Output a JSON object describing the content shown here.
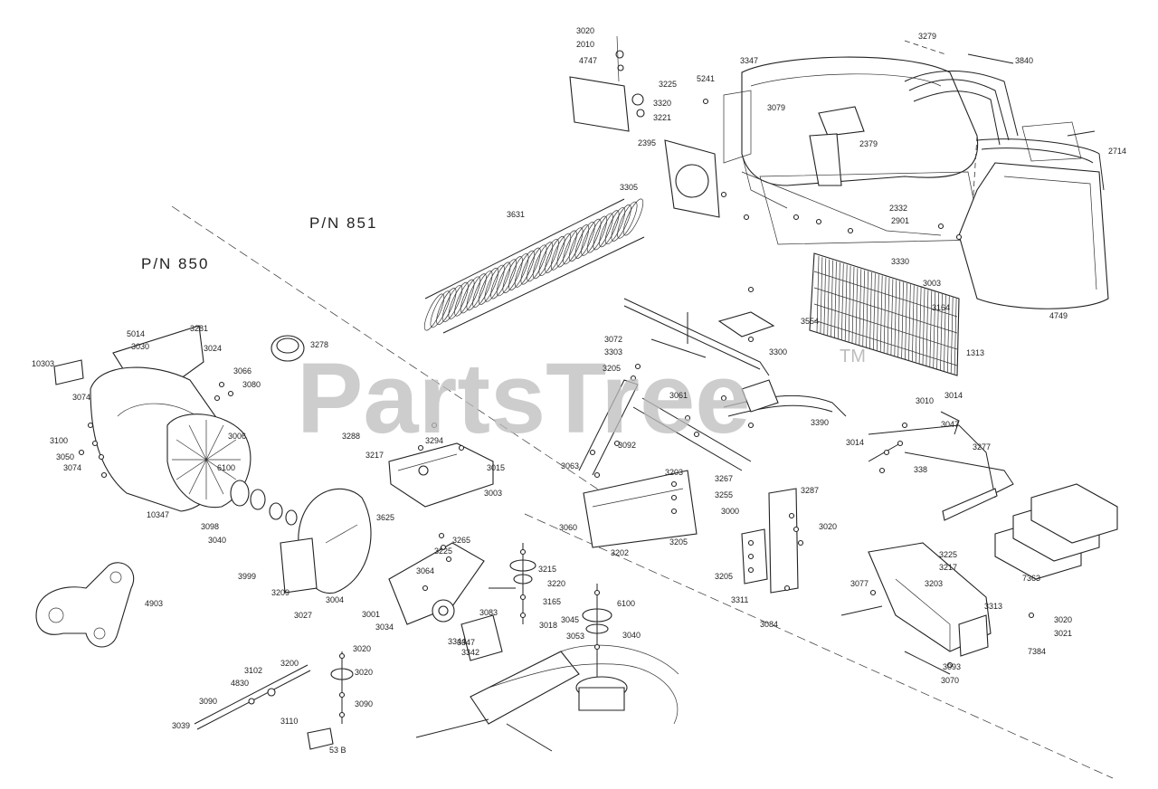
{
  "headings": {
    "pn_851": "P/N 851",
    "pn_850": "P/N 850"
  },
  "watermark": {
    "text": "PartsTree",
    "trademark": "TM",
    "color": "#bdbdbd"
  },
  "labels": {
    "l3279": "3279",
    "l3840": "3840",
    "l3020a": "3020",
    "l2010a": "2010",
    "l4747": "4747",
    "l3347": "3347",
    "l5241": "5241",
    "l3225": "3225",
    "l3320": "3320",
    "l3221": "3221",
    "l3079": "3079",
    "l2395": "2395",
    "l3305": "3305",
    "l3631": "3631",
    "l2379": "2379",
    "l2332": "2332",
    "l2901": "2901",
    "l3330": "3330",
    "l3003": "3003",
    "l4749": "4749",
    "l2714": "2714",
    "l3164": "3164",
    "l1313": "1313",
    "l3554": "3554",
    "l3300": "3300",
    "l3072": "3072",
    "l3303": "3303",
    "l3205a": "3205",
    "l3061": "3061",
    "l3390": "3390",
    "l3014": "3014",
    "l3047": "3047",
    "l3277": "3277",
    "l3010": "3010",
    "l338": "338",
    "l3287": "3287",
    "l3063": "3063",
    "l3092": "3092",
    "l3203": "3203",
    "l3267": "3267",
    "l3255": "3255",
    "l3000": "3000",
    "l3205b": "3205",
    "l3202": "3202",
    "l3060": "3060",
    "l3205c": "3205",
    "l3311": "3311",
    "l3084": "3084",
    "l3020b": "3020",
    "l3077": "3077",
    "l3313": "3313",
    "l3020c": "3020",
    "l3021": "3021",
    "l7384": "7384",
    "l3093": "3093",
    "l7363": "7363",
    "l3225b": "3225",
    "l3217": "3217",
    "l3203b": "3203",
    "l3014b": "3014",
    "l3070": "3070",
    "l3215": "3215",
    "l3220": "3220",
    "l3165": "3165",
    "l3018": "3018",
    "l3083": "3083",
    "l3045": "3045",
    "l6100a": "6100",
    "l3053": "3053",
    "l3040": "3040",
    "l3020d": "3020",
    "l3020e": "3020",
    "l3090": "3090",
    "l3110": "3110",
    "l3530": "53 B",
    "l3225c": "3225",
    "l3265": "3265",
    "l3064": "3064",
    "l3001": "3001",
    "l3034": "3034",
    "l3347b": "3347",
    "l3344": "3344",
    "l3342": "3342",
    "l3027": "3027",
    "l3999": "3999",
    "l3209": "3209",
    "l3625": "3625",
    "l3217b": "3217",
    "l3288": "3288",
    "l3015": "3015",
    "l3003b": "3003",
    "l3066": "3066",
    "l3080": "3080",
    "l3074": "3074",
    "l3100": "3100",
    "l3050": "3050",
    "l10347": "10347",
    "l6100b": "6100",
    "l4903": "4903",
    "l3278": "3278",
    "l3004": "3004",
    "l3006": "3006",
    "l3281": "3281",
    "l5014": "5014",
    "l3030": "3030",
    "l3024": "3024",
    "l10303": "10303",
    "l3074b": "3074",
    "l3098": "3098",
    "l3040b": "3040",
    "l3200": "3200",
    "l3102": "3102",
    "l4830": "4830",
    "l3090b": "3090",
    "l3039": "3039",
    "l3294": "3294"
  }
}
